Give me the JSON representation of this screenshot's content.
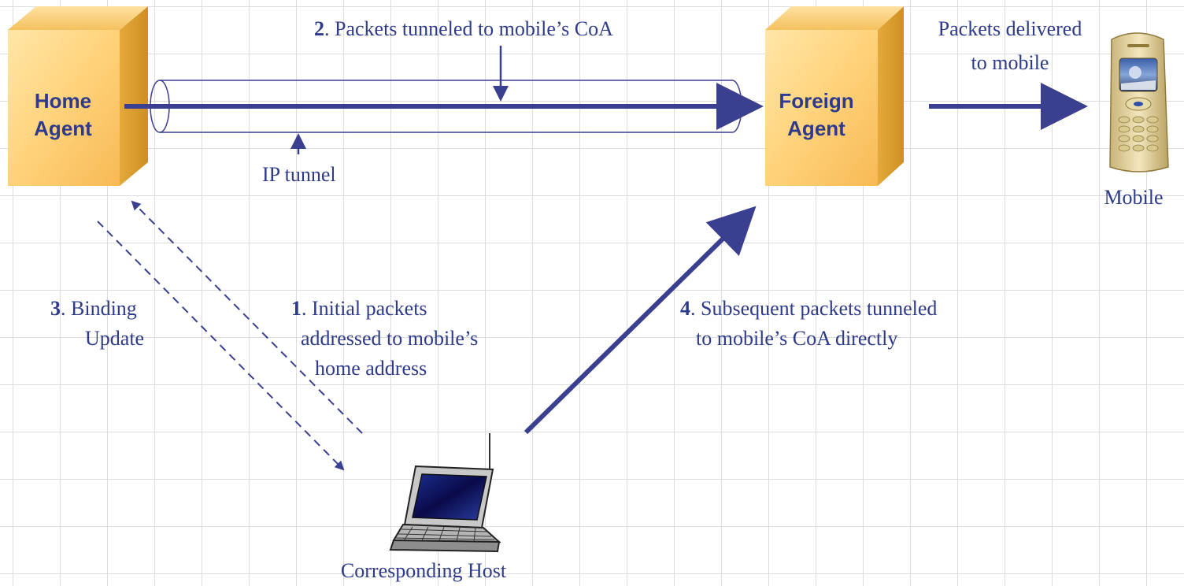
{
  "home_agent": {
    "line1": "Home",
    "line2": "Agent"
  },
  "foreign_agent": {
    "line1": "Foreign",
    "line2": "Agent"
  },
  "mobile": {
    "label": "Mobile"
  },
  "corresponding_host": {
    "label": "Corresponding Host"
  },
  "ip_tunnel": {
    "label": "IP tunnel"
  },
  "steps": {
    "step1": {
      "number": "1",
      "line1": ". Initial packets",
      "line2": "addressed to mobile’s",
      "line3": "home address"
    },
    "step2": {
      "number": "2",
      "text": ". Packets tunneled to mobile’s CoA"
    },
    "step3": {
      "number": "3",
      "line1": ". Binding",
      "line2": "Update"
    },
    "step4": {
      "number": "4",
      "line1": ". Subsequent packets tunneled",
      "line2": "to mobile’s CoA directly"
    },
    "delivered": {
      "line1": "Packets delivered",
      "line2": "to mobile"
    }
  },
  "colors": {
    "arrow": "#3b3f8f",
    "text": "#2e3a8a",
    "agent_face": "#ffd27a",
    "agent_side": "#e3a93a",
    "grid": "#dcdcdc"
  },
  "icons": {
    "mobile": "cell-phone-icon",
    "host": "laptop-icon"
  }
}
